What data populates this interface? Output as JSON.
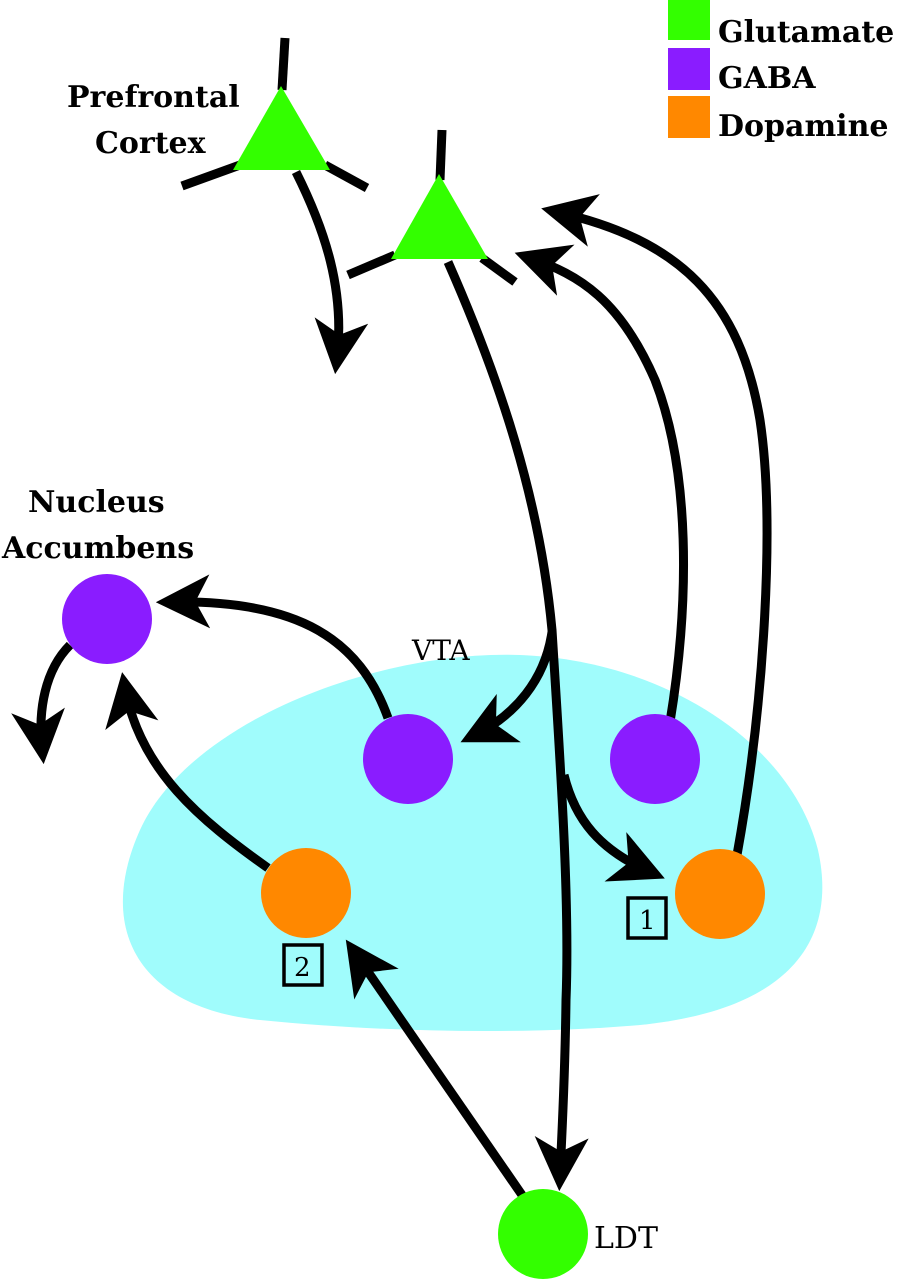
{
  "legend": {
    "items": [
      {
        "label": "Glutamate",
        "color": "#33ff00"
      },
      {
        "label": "GABA",
        "color": "#8a1cff"
      },
      {
        "label": "Dopamine",
        "color": "#ff8800"
      }
    ]
  },
  "regions": {
    "prefrontal_line1": "Prefrontal",
    "prefrontal_line2": "Cortex",
    "nucleus_line1": "Nucleus",
    "nucleus_line2": "Accumbens",
    "vta": "VTA",
    "ldt": "LDT"
  },
  "markers": {
    "one": "1",
    "two": "2"
  },
  "colors": {
    "vta_fill": "#a0fcfc",
    "glutamate": "#33ff00",
    "gaba": "#8a1cff",
    "dopamine": "#ff8800",
    "line": "#000000"
  },
  "neurons": [
    {
      "id": "pfc-pyramidal-1",
      "type": "Glutamate",
      "region": "Prefrontal Cortex"
    },
    {
      "id": "pfc-pyramidal-2",
      "type": "Glutamate",
      "region": "Prefrontal Cortex"
    },
    {
      "id": "nac-neuron",
      "type": "GABA",
      "region": "Nucleus Accumbens"
    },
    {
      "id": "vta-gaba-left",
      "type": "GABA",
      "region": "VTA"
    },
    {
      "id": "vta-gaba-right",
      "type": "GABA",
      "region": "VTA"
    },
    {
      "id": "vta-dopamine-left",
      "type": "Dopamine",
      "region": "VTA",
      "marker": "2"
    },
    {
      "id": "vta-dopamine-right",
      "type": "Dopamine",
      "region": "VTA",
      "marker": "1"
    },
    {
      "id": "ldt-neuron",
      "type": "Glutamate",
      "region": "LDT"
    }
  ],
  "projections": [
    {
      "from": "pfc-pyramidal-1",
      "to": "downstream"
    },
    {
      "from": "pfc-pyramidal-2",
      "to": "vta-gaba-left"
    },
    {
      "from": "pfc-pyramidal-2",
      "to": "vta-dopamine-right"
    },
    {
      "from": "pfc-pyramidal-2",
      "to": "ldt-neuron"
    },
    {
      "from": "vta-gaba-right",
      "to": "pfc-pyramidal-2"
    },
    {
      "from": "vta-dopamine-right",
      "to": "pfc-pyramidal-2"
    },
    {
      "from": "vta-gaba-left",
      "to": "nac-neuron"
    },
    {
      "from": "vta-dopamine-left",
      "to": "nac-neuron"
    },
    {
      "from": "ldt-neuron",
      "to": "vta-dopamine-left"
    },
    {
      "from": "nac-neuron",
      "to": "downstream"
    }
  ]
}
